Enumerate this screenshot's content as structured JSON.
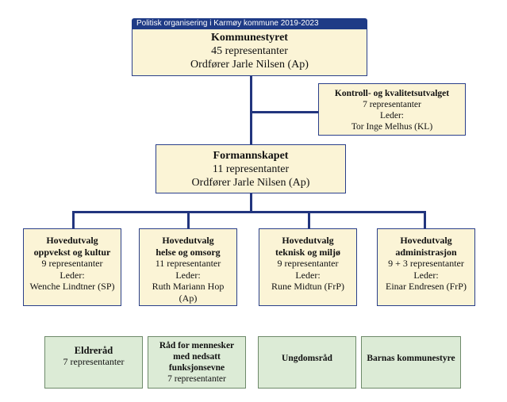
{
  "header": {
    "banner": "Politisk organisering i Karmøy kommune 2019-2023"
  },
  "kommunestyret": {
    "title": "Kommunestyret",
    "line1": "45 representanter",
    "line2": "Ordfører Jarle Nilsen (Ap)"
  },
  "kontroll": {
    "title": "Kontroll- og kvalitetsutvalget",
    "line1": "7 representanter",
    "line2": "Leder:",
    "line3": "Tor Inge Melhus (KL)"
  },
  "formannskapet": {
    "title": "Formannskapet",
    "line1": "11 representanter",
    "line2": "Ordfører Jarle Nilsen (Ap)"
  },
  "committees": [
    {
      "title1": "Hovedutvalg",
      "title2": "oppvekst og kultur",
      "members": "9 representanter",
      "leader_label": "Leder:",
      "leader": "Wenche Lindtner (SP)",
      "leader2": ""
    },
    {
      "title1": "Hovedutvalg",
      "title2": "helse og omsorg",
      "members": "11 representanter",
      "leader_label": "Leder:",
      "leader": "Ruth Mariann Hop",
      "leader2": "(Ap)"
    },
    {
      "title1": "Hovedutvalg",
      "title2": "teknisk og miljø",
      "members": "9 representanter",
      "leader_label": "Leder:",
      "leader": "Rune Midtun (FrP)",
      "leader2": ""
    },
    {
      "title1": "Hovedutvalg",
      "title2": "administrasjon",
      "members": "9 + 3 representanter",
      "leader_label": "Leder:",
      "leader": "Einar Endresen (FrP)",
      "leader2": ""
    }
  ],
  "councils": [
    {
      "title": "Eldreråd",
      "line1": "7 representanter"
    },
    {
      "title": "Råd for mennesker med nedsatt funksjonsevne",
      "line1": "7 representanter"
    },
    {
      "title": "Ungdomsråd",
      "line1": ""
    },
    {
      "title": "Barnas kommunestyre",
      "line1": ""
    }
  ],
  "colors": {
    "connector": "#22357e",
    "box_fill": "#fbf4d6",
    "box_border": "#2a3f8a",
    "council_fill": "#dcebd6",
    "banner_fill": "#1f3b86"
  }
}
